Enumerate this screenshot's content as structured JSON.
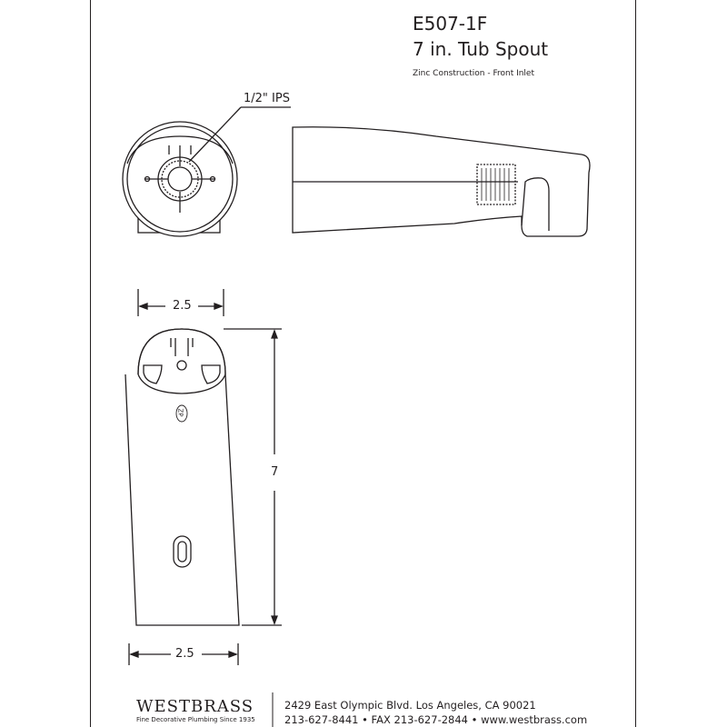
{
  "header": {
    "model": "E507-1F",
    "product": "7 in. Tub Spout",
    "subtitle": "Zinc Construction - Front Inlet"
  },
  "callouts": {
    "ips": "1/2\" IPS",
    "top_width": "2.5",
    "length": "7",
    "bottom_width": "2.5",
    "zp_mark": "ZP"
  },
  "footer": {
    "brand": "WESTBRASS",
    "tagline": "Fine Decorative Plumbing Since 1935",
    "address": "2429 East Olympic Blvd. Los Angeles, CA  90021",
    "contact": "213-627-8441 • FAX 213-627-2844 • www.westbrass.com"
  },
  "colors": {
    "ink": "#231f20",
    "paper": "#ffffff"
  }
}
